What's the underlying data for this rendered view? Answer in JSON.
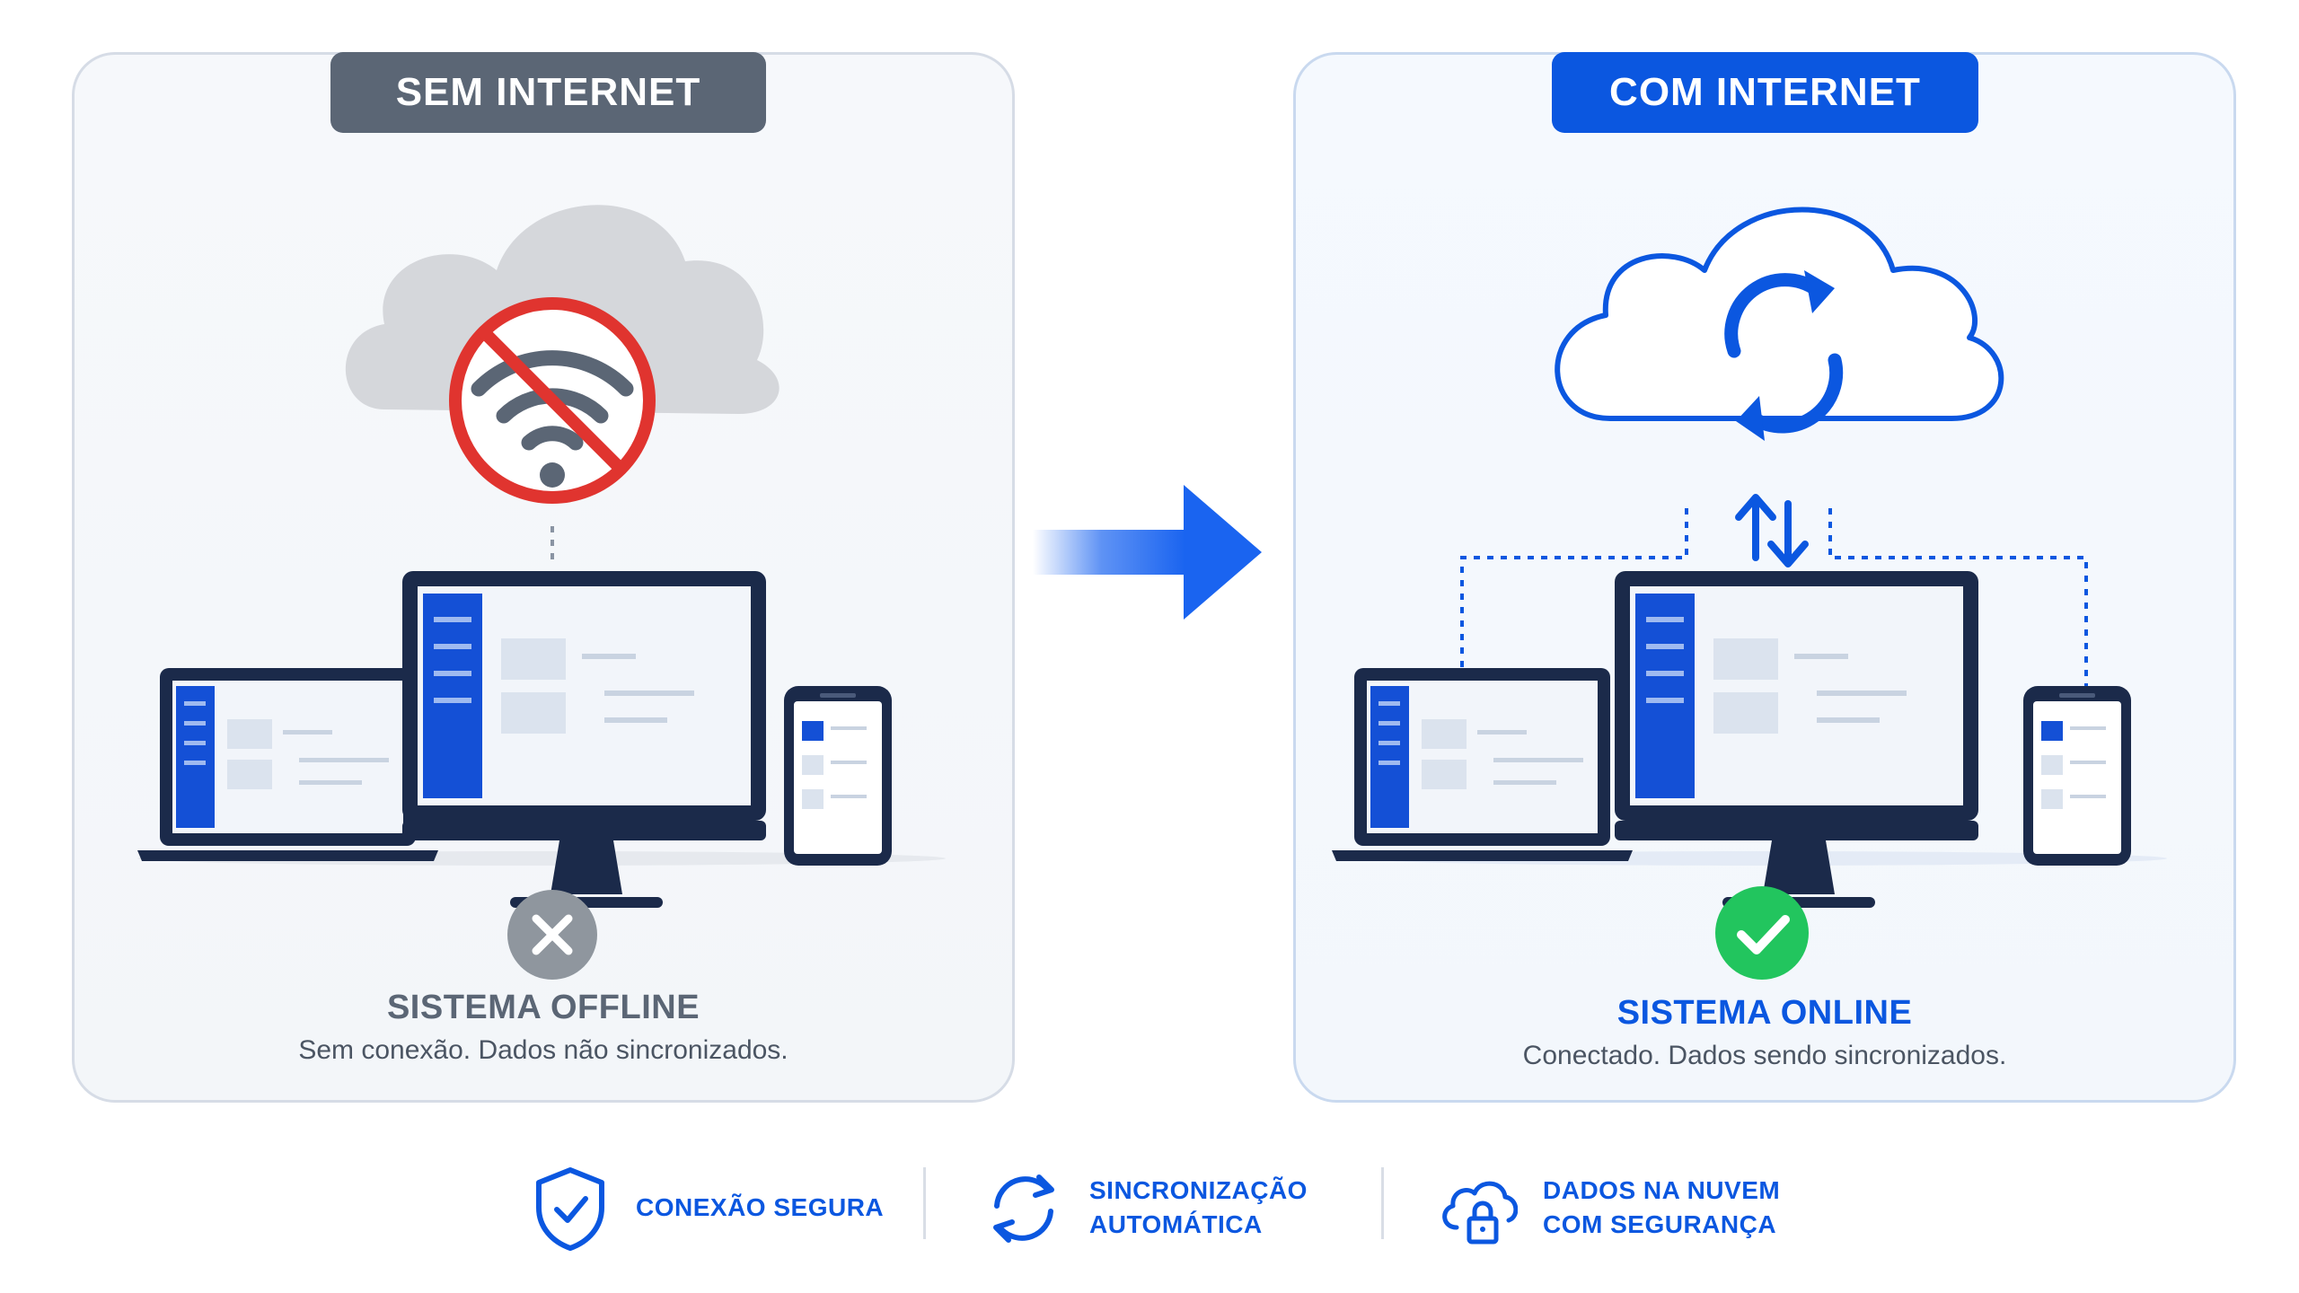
{
  "offline_panel": {
    "header": "SEM INTERNET",
    "status_title": "SISTEMA OFFLINE",
    "status_subtitle": "Sem conexão. Dados não sincronizados."
  },
  "online_panel": {
    "header": "COM INTERNET",
    "status_title": "SISTEMA ONLINE",
    "status_subtitle": "Conectado. Dados sendo sincronizados."
  },
  "features": [
    {
      "icon": "shield-check-icon",
      "lines": [
        "CONEXÃO SEGURA"
      ]
    },
    {
      "icon": "sync-icon",
      "lines": [
        "SINCRONIZAÇÃO",
        "AUTOMÁTICA"
      ]
    },
    {
      "icon": "cloud-lock-icon",
      "lines": [
        "DADOS NA NUVEM",
        "COM SEGURANÇA"
      ]
    }
  ],
  "colors": {
    "accent": "#0b57e0",
    "offline_gray": "#5b6675",
    "no_signal_red": "#e0342f",
    "success_green": "#22c55e",
    "device_navy": "#1b2a4a"
  }
}
